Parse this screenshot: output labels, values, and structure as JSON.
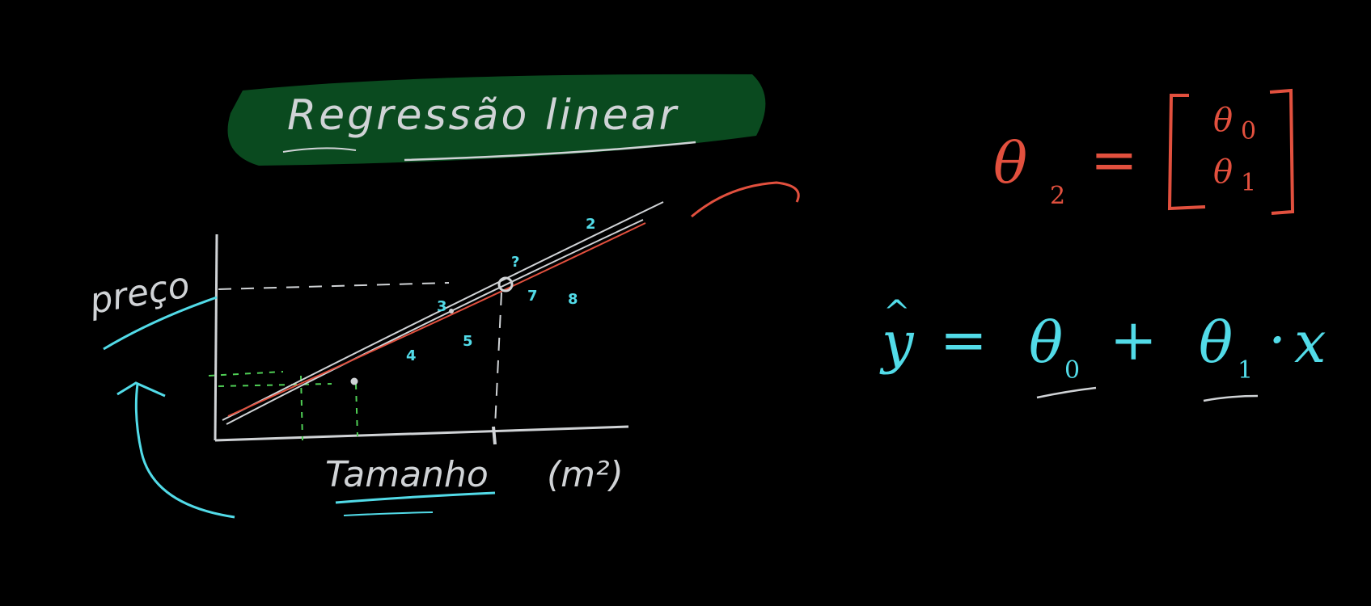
{
  "colors": {
    "background": "#000000",
    "chalk": "#d0d3d6",
    "cyan": "#52dbe8",
    "red": "#e2503e",
    "green": "#4fcf55",
    "banner": "#0a4a1f"
  },
  "title": "Regressão  linear",
  "axes": {
    "y_label": "preço",
    "x_label": "Tamanho",
    "x_unit": "(m²)"
  },
  "point_labels": [
    "?",
    "2",
    "7",
    "8",
    "3",
    "5",
    "4"
  ],
  "params": {
    "lhs_symbol": "θ",
    "lhs_subscript": "2",
    "equals": "=",
    "vector": [
      {
        "symbol": "θ",
        "subscript": "0"
      },
      {
        "symbol": "θ",
        "subscript": "1"
      }
    ]
  },
  "equation": {
    "lhs": "y",
    "hat": "^",
    "equals": "=",
    "theta0": "θ",
    "theta0_sub": "0",
    "plus": "+",
    "theta1": "θ",
    "theta1_sub": "1",
    "dot": "·",
    "x": "x"
  }
}
